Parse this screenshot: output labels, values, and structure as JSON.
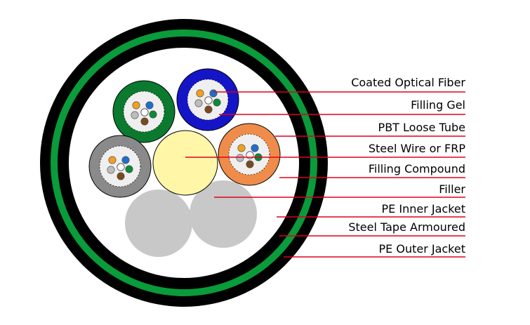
{
  "labels": {
    "coated_optical_fiber": "Coated Optical Fiber",
    "filling_gel": "Filling Gel",
    "pbt_loose_tube": "PBT Loose Tube",
    "steel_wire_or_frp": "Steel Wire or FRP",
    "filling_compound": "Filling Compound",
    "filler": "Filler",
    "pe_inner_jacket": "PE Inner Jacket",
    "steel_tape_armoured": "Steel Tape Armoured",
    "pe_outer_jacket": "PE Outer Jacket"
  },
  "colors": {
    "outer_jacket": "#000000",
    "armour": "#0a9b3a",
    "leader_line": "#e0001b",
    "tube_green": "#0b7a2e",
    "tube_blue": "#1515c8",
    "tube_orange": "#f08c4a",
    "tube_gray": "#8a8a8a",
    "central_member": "#fff6a8",
    "filler_rod": "#c8c8c8",
    "fiber_orange": "#f0a020",
    "fiber_blue": "#1e70c8",
    "fiber_green": "#0a8a3a",
    "fiber_brown": "#7a4a1e",
    "fiber_gray": "#bdbdbd",
    "fiber_white": "#ffffff"
  }
}
